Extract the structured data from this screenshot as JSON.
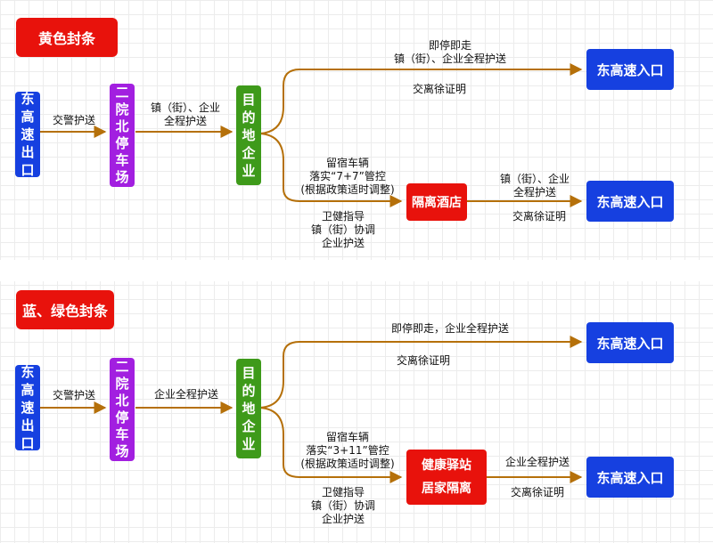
{
  "colors": {
    "title_red": "#e8120c",
    "node_blue": "#1640e0",
    "node_purple": "#a21fe0",
    "node_green": "#3e9a1a",
    "arrow": "#b5700a"
  },
  "panel1": {
    "title": "黄色封条",
    "start": [
      "东",
      "高",
      "速",
      "出",
      "口"
    ],
    "lbl_escort": "交警护送",
    "parking": [
      "二",
      "院",
      "北",
      "停",
      "车",
      "场"
    ],
    "lbl_town": [
      "镇（街）、企业",
      "全程护送"
    ],
    "dest": [
      "目",
      "的",
      "地",
      "企",
      "业"
    ],
    "lbl_top": [
      "即停即走",
      "镇（街）、企业全程护送"
    ],
    "lbl_top_proof": "交离徐证明",
    "exit_top": "东高速入口",
    "lbl_stay": [
      "留宿车辆",
      "落实“7+7”管控",
      "(根据政策适时调整)"
    ],
    "lbl_health": [
      "卫健指导",
      "镇（街）协调",
      "企业护送"
    ],
    "hotel": "隔离酒店",
    "lbl_hotel_escort": [
      "镇（街）、企业",
      "全程护送"
    ],
    "lbl_hotel_proof": "交离徐证明",
    "exit_bottom": "东高速入口"
  },
  "panel2": {
    "title": "蓝、绿色封条",
    "start": [
      "东",
      "高",
      "速",
      "出",
      "口"
    ],
    "lbl_escort": "交警护送",
    "parking": [
      "二",
      "院",
      "北",
      "停",
      "车",
      "场"
    ],
    "lbl_company": "企业全程护送",
    "dest": [
      "目",
      "的",
      "地",
      "企",
      "业"
    ],
    "lbl_top": "即停即走，企业全程护送",
    "lbl_top_proof": "交离徐证明",
    "exit_top": "东高速入口",
    "lbl_stay": [
      "留宿车辆",
      "落实“3+11”管控",
      "(根据政策适时调整)"
    ],
    "lbl_health": [
      "卫健指导",
      "镇（街）协调",
      "企业护送"
    ],
    "station": [
      "健康驿站",
      "居家隔离"
    ],
    "lbl_station_escort": "企业全程护送",
    "lbl_station_proof": "交离徐证明",
    "exit_bottom": "东高速入口"
  }
}
